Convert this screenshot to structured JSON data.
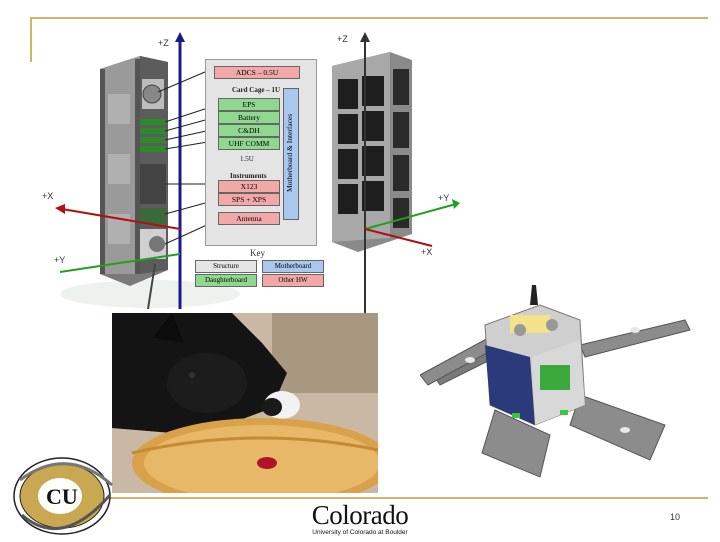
{
  "diagram": {
    "axes": {
      "z_left": "+Z",
      "z_right": "+Z",
      "x_left": "+X",
      "y_left": "+Y",
      "y_right": "+Y",
      "x_right": "+X"
    },
    "labels": {
      "adcs": "ADCS – 0.5U",
      "card_cage": "Card Cage – 1U",
      "eps": "EPS",
      "battery": "Battery",
      "cdh": "C&DH",
      "uhf": "UHF COMM",
      "one_five": "1.5U",
      "instruments": "Instruments",
      "x123": "X123",
      "sps_xps": "SPS + XPS",
      "antenna": "Antenna",
      "motherboard": "Motherboard & Interfaces"
    },
    "key": {
      "title": "Key",
      "structure": "Structure",
      "motherboard": "Motherboard",
      "daughterboard": "Daughterboard",
      "other_hw": "Other HW"
    }
  },
  "logos": {
    "colorado_word": "Colorado",
    "colorado_sub": "University of Colorado at Boulder"
  },
  "page_number": "10",
  "colors": {
    "frame_line": "#c9b76a",
    "daughterboard": "#8fd88f",
    "other_hw": "#f3a8a8",
    "motherboard": "#a8c8f0",
    "aero_gold": "#c8a850"
  }
}
